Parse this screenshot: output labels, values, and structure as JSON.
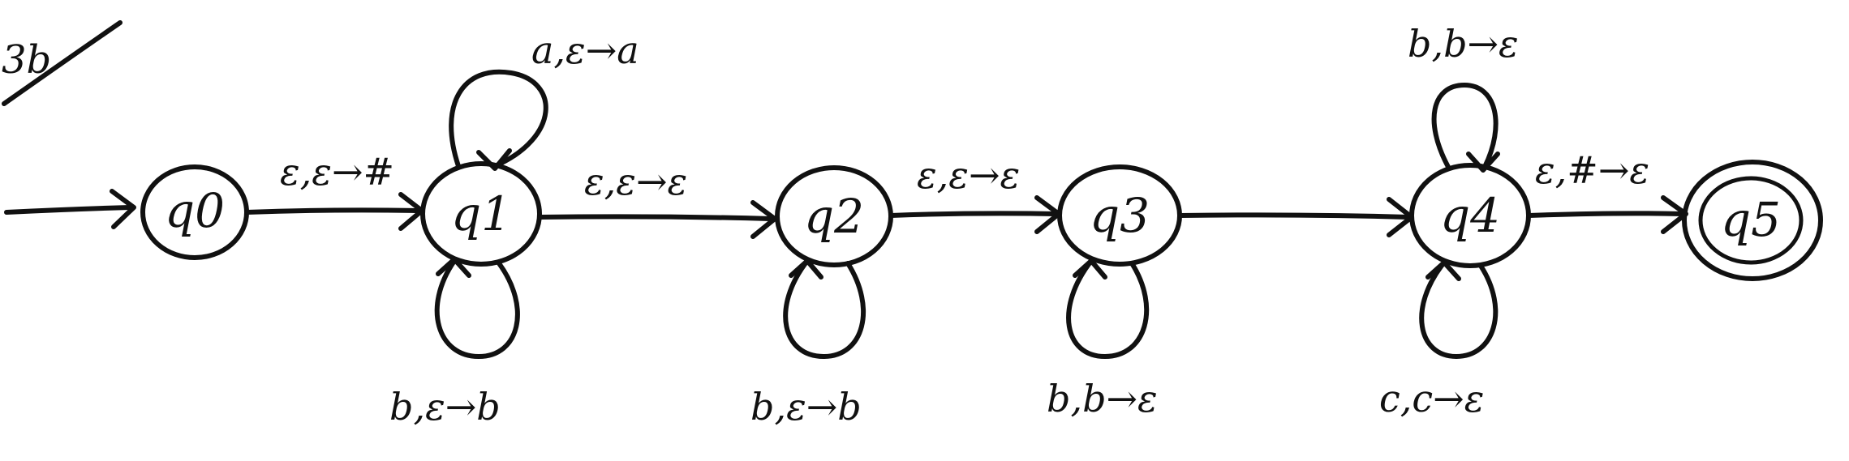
{
  "problem_label": "3b",
  "states": [
    {
      "id": "q0",
      "label": "q0",
      "accept": false,
      "start": true
    },
    {
      "id": "q1",
      "label": "q1",
      "accept": false,
      "start": false
    },
    {
      "id": "q2",
      "label": "q2",
      "accept": false,
      "start": false
    },
    {
      "id": "q3",
      "label": "q3",
      "accept": false,
      "start": false
    },
    {
      "id": "q4",
      "label": "q4",
      "accept": false,
      "start": false
    },
    {
      "id": "q5",
      "label": "q5",
      "accept": true,
      "start": false
    }
  ],
  "transitions": [
    {
      "from": "q0",
      "to": "q1",
      "label": "ε,ε→#"
    },
    {
      "from": "q1",
      "to": "q1",
      "label": "a,ε→a"
    },
    {
      "from": "q1",
      "to": "q1",
      "label": "b,ε→b"
    },
    {
      "from": "q1",
      "to": "q2",
      "label": "ε,ε→ε"
    },
    {
      "from": "q2",
      "to": "q2",
      "label": "b,ε→b"
    },
    {
      "from": "q2",
      "to": "q3",
      "label": "ε,ε→ε"
    },
    {
      "from": "q3",
      "to": "q3",
      "label": "b,b→ε"
    },
    {
      "from": "q3",
      "to": "q4",
      "label": ""
    },
    {
      "from": "q4",
      "to": "q4",
      "label": "b,b→ε"
    },
    {
      "from": "q4",
      "to": "q4",
      "label": "c,c→ε"
    },
    {
      "from": "q4",
      "to": "q5",
      "label": "ε,#→ε"
    }
  ]
}
